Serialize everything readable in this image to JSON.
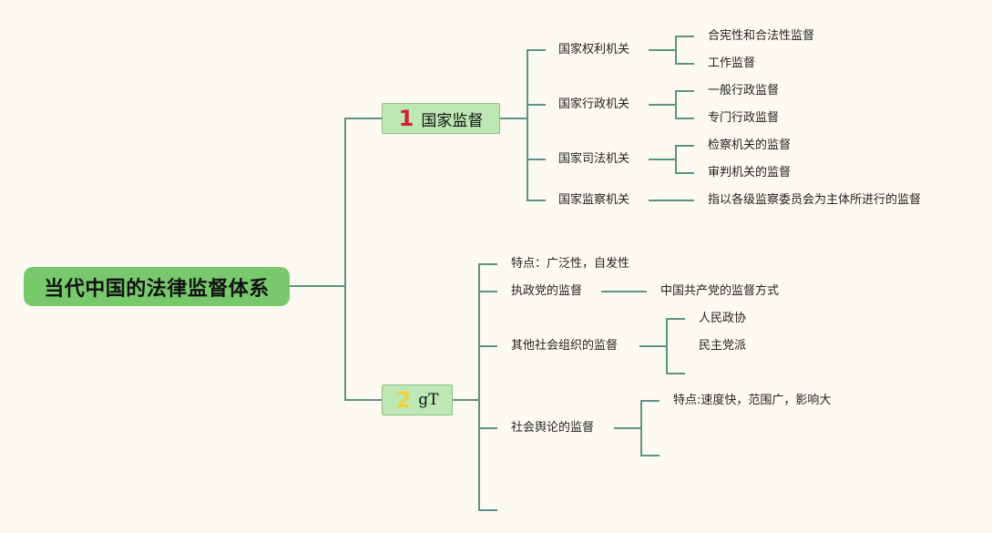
{
  "root": {
    "label": "当代中国的法律监督体系"
  },
  "branch1": {
    "number": "1",
    "number_color": "#d0202a",
    "label": "国家监督",
    "children": [
      {
        "label": "国家权利机关",
        "children": [
          "合宪性和合法性监督",
          "工作监督"
        ]
      },
      {
        "label": "国家行政机关",
        "children": [
          "一般行政监督",
          "专门行政监督"
        ]
      },
      {
        "label": "国家司法机关",
        "children": [
          "检察机关的监督",
          "审判机关的监督"
        ]
      },
      {
        "label": "国家监察机关",
        "children": [
          "指以各级监察委员会为主体所进行的监督"
        ]
      }
    ]
  },
  "branch2": {
    "number": "2",
    "number_color": "#f2d23c",
    "label": "gT",
    "children": [
      {
        "label": "特点：广泛性，自发性"
      },
      {
        "label": "执政党的监督",
        "children": [
          "中国共产党的监督方式"
        ]
      },
      {
        "label": "其他社会组织的监督",
        "children": [
          "人民政协",
          "民主党派",
          ""
        ]
      },
      {
        "label": "社会舆论的监督",
        "children": [
          "特点:速度快，范围广，影响大",
          "",
          ""
        ]
      },
      {
        "label": ""
      }
    ]
  },
  "colors": {
    "line": "#5e9282",
    "root_fill": "#78c96c",
    "main_fill": "#bde8b3",
    "background": "#fdfbf1"
  }
}
